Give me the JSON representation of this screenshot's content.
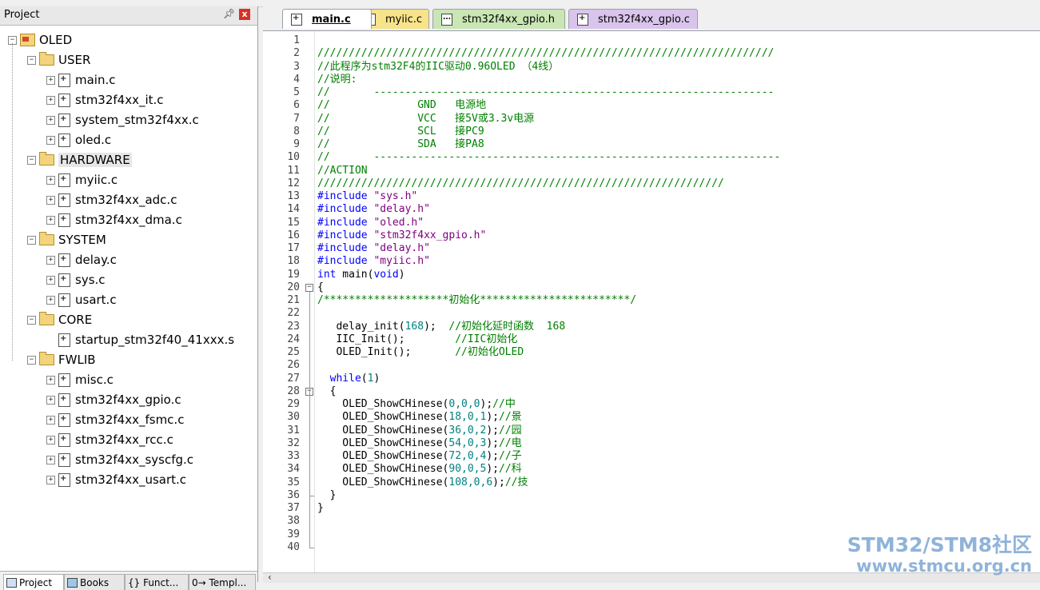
{
  "project_pane": {
    "title": "Project",
    "pin_icon": "pin-icon",
    "close_label": "x",
    "root": "OLED",
    "groups": [
      {
        "name": "USER",
        "files": [
          "main.c",
          "stm32f4xx_it.c",
          "system_stm32f4xx.c",
          "oled.c"
        ]
      },
      {
        "name": "HARDWARE",
        "files": [
          "myiic.c",
          "stm32f4xx_adc.c",
          "stm32f4xx_dma.c"
        ]
      },
      {
        "name": "SYSTEM",
        "files": [
          "delay.c",
          "sys.c",
          "usart.c"
        ]
      },
      {
        "name": "CORE",
        "files": [
          "startup_stm32f40_41xxx.s"
        ]
      },
      {
        "name": "FWLIB",
        "files": [
          "misc.c",
          "stm32f4xx_gpio.c",
          "stm32f4xx_fsmc.c",
          "stm32f4xx_rcc.c",
          "stm32f4xx_syscfg.c",
          "stm32f4xx_usart.c"
        ]
      }
    ],
    "bottom_tabs": [
      "Project",
      "Books",
      "{} Funct...",
      "0→ Templ..."
    ]
  },
  "editor_tabs": [
    {
      "label": "main.c",
      "active": true,
      "color": "#ffffff"
    },
    {
      "label": "myiic.c",
      "active": false,
      "color": "#f7e38a"
    },
    {
      "label": "stm32f4xx_gpio.h",
      "active": false,
      "color": "#c9e6b4"
    },
    {
      "label": "stm32f4xx_gpio.c",
      "active": false,
      "color": "#d9c4ec"
    }
  ],
  "code": {
    "lines": [
      [],
      [
        [
          "c-green",
          "/////////////////////////////////////////////////////////////////////////"
        ]
      ],
      [
        [
          "c-green",
          "//此程序为stm32F4的IIC驱动0.96OLED （4线）"
        ]
      ],
      [
        [
          "c-green",
          "//说明:"
        ]
      ],
      [
        [
          "c-green",
          "//       ----------------------------------------------------------------"
        ]
      ],
      [
        [
          "c-green",
          "//              GND   电源地"
        ]
      ],
      [
        [
          "c-green",
          "//              VCC   接5V或3.3v电源"
        ]
      ],
      [
        [
          "c-green",
          "//              SCL   接PC9"
        ]
      ],
      [
        [
          "c-green",
          "//              SDA   接PA8"
        ]
      ],
      [
        [
          "c-green",
          "//       -----------------------------------------------------------------"
        ]
      ],
      [
        [
          "c-green",
          "//ACTION"
        ]
      ],
      [
        [
          "c-green",
          "/////////////////////////////////////////////////////////////////"
        ]
      ],
      [
        [
          "c-blue",
          "#include"
        ],
        [
          "c-purple",
          " \"sys.h\""
        ]
      ],
      [
        [
          "c-blue",
          "#include"
        ],
        [
          "c-purple",
          " \"delay.h\""
        ]
      ],
      [
        [
          "c-blue",
          "#include"
        ],
        [
          "c-purple",
          " \"oled.h\""
        ]
      ],
      [
        [
          "c-blue",
          "#include"
        ],
        [
          "c-purple",
          " \"stm32f4xx_gpio.h\""
        ]
      ],
      [
        [
          "c-blue",
          "#include"
        ],
        [
          "c-purple",
          " \"delay.h\""
        ]
      ],
      [
        [
          "c-blue",
          "#include"
        ],
        [
          "c-purple",
          " \"myiic.h\""
        ]
      ],
      [
        [
          "c-blue",
          "int"
        ],
        [
          "c-black",
          " main("
        ],
        [
          "c-blue",
          "void"
        ],
        [
          "c-black",
          ")"
        ]
      ],
      [
        [
          "c-black",
          "{"
        ]
      ],
      [
        [
          "c-green",
          "/********************初始化************************/"
        ]
      ],
      [],
      [
        [
          "c-black",
          "   delay_init("
        ],
        [
          "c-teal",
          "168"
        ],
        [
          "c-black",
          ");  "
        ],
        [
          "c-green",
          "//初始化延时函数  168"
        ]
      ],
      [
        [
          "c-black",
          "   IIC_Init();        "
        ],
        [
          "c-green",
          "//IIC初始化"
        ]
      ],
      [
        [
          "c-black",
          "   OLED_Init();       "
        ],
        [
          "c-green",
          "//初始化OLED"
        ]
      ],
      [],
      [
        [
          "c-blue",
          "  while"
        ],
        [
          "c-black",
          "("
        ],
        [
          "c-teal",
          "1"
        ],
        [
          "c-black",
          ")"
        ]
      ],
      [
        [
          "c-black",
          "  {"
        ]
      ],
      [
        [
          "c-black",
          "    OLED_ShowCHinese("
        ],
        [
          "c-teal",
          "0,0,0"
        ],
        [
          "c-black",
          ");"
        ],
        [
          "c-green",
          "//中"
        ]
      ],
      [
        [
          "c-black",
          "    OLED_ShowCHinese("
        ],
        [
          "c-teal",
          "18,0,1"
        ],
        [
          "c-black",
          ");"
        ],
        [
          "c-green",
          "//景"
        ]
      ],
      [
        [
          "c-black",
          "    OLED_ShowCHinese("
        ],
        [
          "c-teal",
          "36,0,2"
        ],
        [
          "c-black",
          ");"
        ],
        [
          "c-green",
          "//园"
        ]
      ],
      [
        [
          "c-black",
          "    OLED_ShowCHinese("
        ],
        [
          "c-teal",
          "54,0,3"
        ],
        [
          "c-black",
          ");"
        ],
        [
          "c-green",
          "//电"
        ]
      ],
      [
        [
          "c-black",
          "    OLED_ShowCHinese("
        ],
        [
          "c-teal",
          "72,0,4"
        ],
        [
          "c-black",
          ");"
        ],
        [
          "c-green",
          "//子"
        ]
      ],
      [
        [
          "c-black",
          "    OLED_ShowCHinese("
        ],
        [
          "c-teal",
          "90,0,5"
        ],
        [
          "c-black",
          ");"
        ],
        [
          "c-green",
          "//科"
        ]
      ],
      [
        [
          "c-black",
          "    OLED_ShowCHinese("
        ],
        [
          "c-teal",
          "108,0,6"
        ],
        [
          "c-black",
          ");"
        ],
        [
          "c-green",
          "//技"
        ]
      ],
      [
        [
          "c-black",
          "  }"
        ]
      ],
      [
        [
          "c-black",
          "}"
        ]
      ],
      [],
      [],
      []
    ],
    "fold_open_lines": [
      20,
      28
    ]
  },
  "watermark": {
    "line1": "STM32/STM8社区",
    "line2": "www.stmcu.org.cn"
  }
}
